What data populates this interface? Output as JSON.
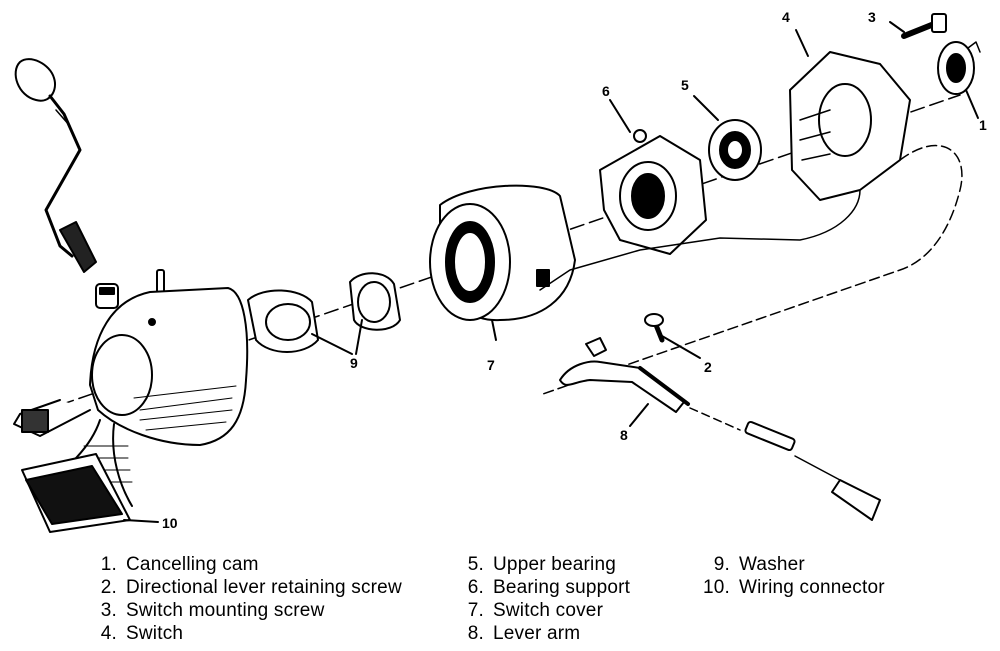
{
  "callouts": [
    "1",
    "2",
    "3",
    "4",
    "5",
    "6",
    "7",
    "8",
    "9",
    "10"
  ],
  "legend": [
    {
      "num": "1.",
      "label": "Cancelling cam"
    },
    {
      "num": "2.",
      "label": "Directional lever retaining screw"
    },
    {
      "num": "3.",
      "label": "Switch mounting screw"
    },
    {
      "num": "4.",
      "label": "Switch"
    },
    {
      "num": "5.",
      "label": "Upper bearing"
    },
    {
      "num": "6.",
      "label": "Bearing support"
    },
    {
      "num": "7.",
      "label": "Switch cover"
    },
    {
      "num": "8.",
      "label": "Lever arm"
    },
    {
      "num": "9.",
      "label": "Washer"
    },
    {
      "num": "10.",
      "label": "Wiring connector"
    }
  ]
}
